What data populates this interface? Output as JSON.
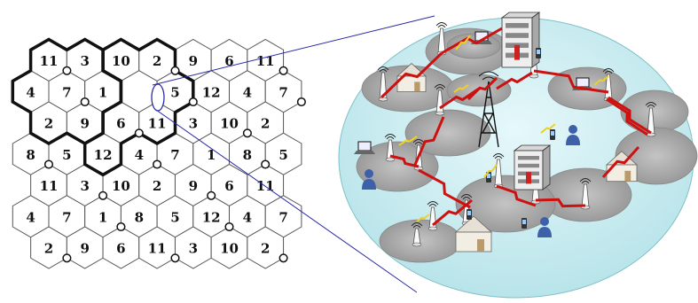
{
  "hex_grid": {
    "rows": [
      [
        "11",
        "3",
        "10",
        "2",
        "9",
        "6",
        "11"
      ],
      [
        "4",
        "7",
        "1",
        "",
        "5",
        "12",
        "4",
        "7"
      ],
      [
        "2",
        "9",
        "6",
        "11",
        "3",
        "10",
        "2"
      ],
      [
        "8",
        "5",
        "12",
        "4",
        "7",
        "1",
        "8",
        "5"
      ],
      [
        "11",
        "3",
        "10",
        "2",
        "9",
        "6",
        "11"
      ],
      [
        "4",
        "7",
        "1",
        "8",
        "5",
        "12",
        "4",
        "7"
      ],
      [
        "2",
        "9",
        "6",
        "11",
        "3",
        "10",
        "2"
      ]
    ],
    "bold_cluster": "7-cell reuse cluster",
    "edge_color": "#111111"
  },
  "network_scene": {
    "ground_color": "#cfeef2",
    "cell_color": "#b4b4b4",
    "link_colors": [
      "#cc1111",
      "#f0d020"
    ],
    "icons": [
      "cell-tower-icon",
      "antenna-mast-icon",
      "server-rack-icon",
      "house-icon",
      "user-icon",
      "laptop-icon",
      "phone-icon",
      "lightning-link-icon"
    ]
  },
  "connector_color": "#2a2aa8"
}
